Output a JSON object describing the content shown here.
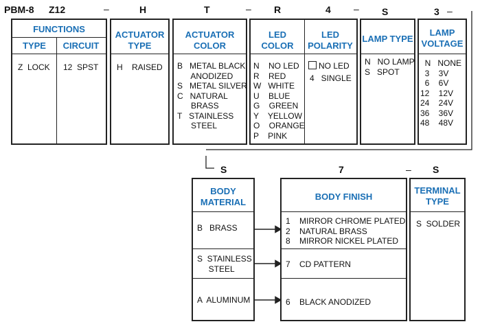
{
  "code_row1": {
    "model": "PBM-8",
    "functions": "Z12",
    "actuator_type": "H",
    "actuator_color": "T",
    "led_color": "R",
    "led_polarity": "4",
    "lamp_type": "S",
    "lamp_voltage": "3",
    "dash": "–"
  },
  "code_row2": {
    "body_material": "S",
    "body_finish": "7",
    "terminal_type": "S",
    "dash": "–"
  },
  "functions": {
    "title": "FUNCTIONS",
    "type_header": "TYPE",
    "circuit_header": "CIRCUIT",
    "type_values": "Z  LOCK",
    "circuit_values": "12  SPST"
  },
  "actuator_type": {
    "title_line1": "ACTUATOR",
    "title_line2": "TYPE",
    "values": "H    RAISED"
  },
  "actuator_color": {
    "title_line1": "ACTUATOR",
    "title_line2": "COLOR",
    "values": "B   METAL BLACK\n      ANODIZED\nS   METAL SILVER\nC   NATURAL\n      BRASS\nT   STAINLESS\n      STEEL"
  },
  "led_color": {
    "title_line1": "LED",
    "title_line2": "COLOR",
    "values": "N    NO LED\nR    RED\nW   WHITE\nU    BLUE\nG    GREEN\nY    YELLOW\nO    ORANGE\nP    PINK"
  },
  "led_polarity": {
    "title_line1": "LED",
    "title_line2": "POLARITY",
    "no_led": "NO LED",
    "single": "4   SINGLE"
  },
  "lamp_type": {
    "title": "LAMP TYPE",
    "values": "N   NO LAMP\nS   SPOT"
  },
  "lamp_voltage": {
    "title_line1": "LAMP",
    "title_line2": "VOLTAGE",
    "values": "  N   NONE\n  3    3V\n  6    6V\n12    12V\n24    24V\n36    36V\n48    48V"
  },
  "body_material": {
    "title_line1": "BODY",
    "title_line2": "MATERIAL",
    "brass": "B   BRASS",
    "stainless": "S  STAINLESS\n     STEEL",
    "aluminum": "A  ALUMINUM"
  },
  "body_finish": {
    "title": "BODY FINISH",
    "brass_finishes": "1    MIRROR CHROME PLATED\n2    NATURAL BRASS\n8    MIRROR NICKEL PLATED",
    "stainless_finish": "7    CD PATTERN",
    "aluminum_finish": "6    BLACK ANODIZED"
  },
  "terminal_type": {
    "title_line1": "TERMINAL",
    "title_line2": "TYPE",
    "values": "S  SOLDER"
  }
}
